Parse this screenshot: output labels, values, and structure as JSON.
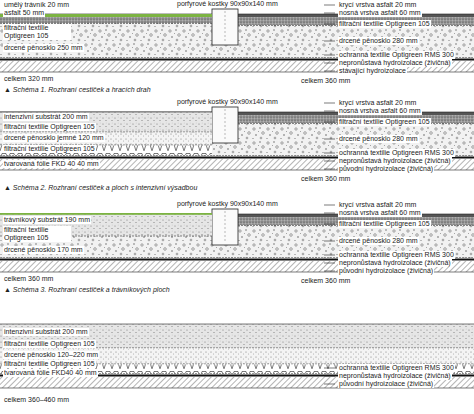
{
  "diagram": {
    "labels": [
      "porfyrové kostky 90x90x140 mm",
      "umělý trávník 20 mm",
      "asfalt 50 mm",
      "filtrační textilie Optigreen 105",
      "drcené pěnosklo 250 mm",
      "celkem 320 mm",
      "krycí vrstva asfalt 20 mm",
      "nosná vrstva asfalt 60 mm",
      "filtrační textilie Optigreen 105",
      "drcené pěnosklo 280 mm",
      "ochranná textilie Optigreen RMS 300",
      "nepronůstavá hydroizolace (živičná)",
      "stávající hydroizolace",
      "celkem 360 mm",
      "▲ Schéma 1. Rozhraní cestiček a hracích drah",
      "porfyrové kostky 90x90x140 mm",
      "intenzivní substrát 200 mm",
      "filtrační textilie Optigreen 105",
      "drcené pěnosklo jemné 120 mm",
      "filtrační textilie Optigreen 105",
      "tvarovaná fólie FKD 40 40 mm",
      "krycí vrstva asfalt 20 mm",
      "nosná vrstva asfalt 60 mm",
      "filtrační textilie Optigreen 105",
      "drcené pěnosklo 280 mm",
      "ochranná textilie Optigreen RMS 300",
      "nepronůstavá hydroizolace (živičná)",
      "původní hydroizolace (živičná)",
      "celkem 360 mm",
      "▲ Schéma 2. Rozhraní cestiček a ploch s intenzivní výsadbou",
      "porfyrové kostky 90x90x140 mm",
      "trávníkový substrát 190 mm",
      "filtrační textilie Optigreen 105",
      "drcené pěnosklo 170 mm",
      "celkem 360 mm",
      "krycí vrstva asfalt 20 mm",
      "nosná vrstva asfalt 60 mm",
      "filtrační textilie Optigreen 105",
      "drcené pěnosklo 280 mm",
      "ochranná textilie Optigreen RMS 300",
      "nepronůstavá hydroizolace (živičná)",
      "původní hydroizolace (živičná)",
      "celkem 360 mm",
      "▲ Schéma 3. Rozhraní cestiček a trávníkových ploch",
      "intenzivní substrát 200 mm",
      "filtrační textilie Optigreen 105",
      "drcené pěnosklo 120–220 mm",
      "filtrační textilie Optigreen 105",
      "tvarovaná fólie FKD40 40 mm",
      "celkem 360–460 mm",
      "ochranná textilie Optigreen RMS 300",
      "nepronůstavá hydroizolace (živičná)",
      "původní hydroizolace (živičná)"
    ]
  }
}
